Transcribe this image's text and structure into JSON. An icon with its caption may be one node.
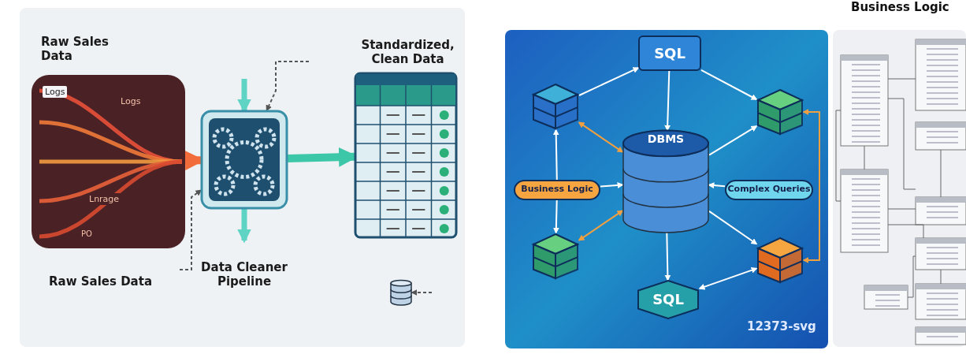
{
  "diagram": {
    "nodes": [
      {
        "text": [
          "Logs",
          "Logs",
          "Lnrage",
          "PO"
        ]
      },
      {
        "text": [],
        "shape": "box"
      },
      {
        "text": [],
        "shape": "box"
      },
      {
        "text": [],
        "shape": "cylinder"
      },
      {
        "text": [
          "SQL"
        ]
      },
      {
        "text": [],
        "shape": "cube"
      },
      {
        "text": [],
        "shape": "cube"
      },
      {
        "text": [
          "DBMS"
        ]
      },
      {
        "text": [
          "Business Logic"
        ]
      },
      {
        "text": [
          "Complex Queries"
        ]
      },
      {
        "text": [],
        "shape": "cube"
      },
      {
        "text": [],
        "shape": "cube"
      },
      {
        "text": [
          "SQL"
        ]
      }
    ],
    "edges": [
      {
        "from": 0,
        "to": 1,
        "arrow": "to",
        "style": "thick",
        "color": "#f26b3a"
      },
      {
        "from": 1,
        "to": 2,
        "arrow": "to",
        "style": "thick",
        "color": "#3cc8a8"
      },
      {
        "from": null,
        "to": 1,
        "arrow": "to",
        "style": "thick",
        "color": "#5fd3c4"
      },
      {
        "from": 1,
        "to": null,
        "arrow": "to",
        "style": "thick",
        "color": "#5fd3c4"
      },
      {
        "from": null,
        "to": 1,
        "arrow": "to",
        "style": "dashed",
        "color": "#555555"
      },
      {
        "from": null,
        "to": 1,
        "arrow": "to",
        "style": "dashed",
        "color": "#555555"
      },
      {
        "from": null,
        "to": 3,
        "arrow": "to",
        "style": "dashed",
        "color": "#555555"
      },
      {
        "from": 5,
        "to": 4,
        "arrow": "to"
      },
      {
        "from": 4,
        "to": 7,
        "arrow": "to"
      },
      {
        "from": 4,
        "to": 6,
        "arrow": "to"
      },
      {
        "from": 7,
        "to": 6,
        "arrow": "to"
      },
      {
        "from": 5,
        "to": 7,
        "arrow": "both",
        "color": "#f0a040"
      },
      {
        "from": 8,
        "to": 7,
        "arrow": "to"
      },
      {
        "from": 9,
        "to": 7,
        "arrow": "to"
      },
      {
        "from": 8,
        "to": 5,
        "arrow": "to"
      },
      {
        "from": 8,
        "to": 10,
        "arrow": "to"
      },
      {
        "from": 6,
        "to": 11,
        "arrow": "both",
        "color": "#f0a040"
      },
      {
        "from": 10,
        "to": 7,
        "arrow": "both",
        "color": "#f0a040"
      },
      {
        "from": 7,
        "to": 12,
        "arrow": "to"
      },
      {
        "from": 7,
        "to": 11,
        "arrow": "to"
      },
      {
        "from": 12,
        "to": 11,
        "arrow": "both"
      }
    ],
    "labels": [
      "Raw Sales Data",
      "Standardized, Clean Data",
      "Data Cleaner Pipeline",
      "Raw Sales Data",
      "12373-svg",
      "Business Logic"
    ]
  }
}
